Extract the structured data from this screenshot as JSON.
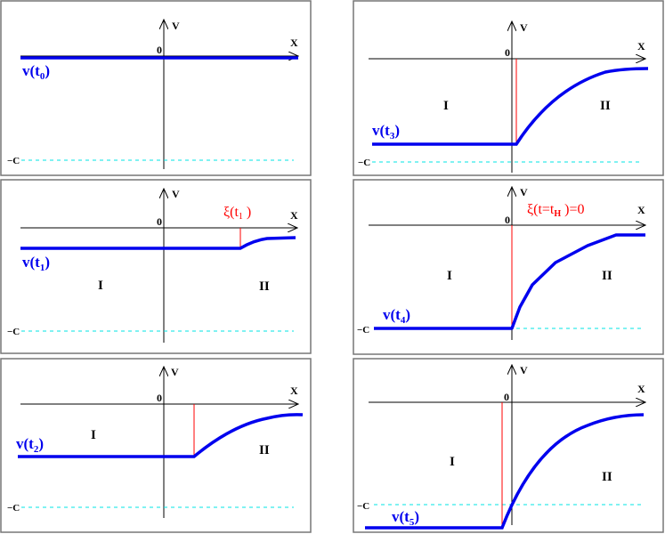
{
  "figure": {
    "description": "Six-panel schematic of the evolution of v(x,t) across a moving boundary xi(t) between regions I and II",
    "colors": {
      "curve": "#0000ee",
      "boundary": "#ff0000",
      "level_line": "#00e5e5",
      "axis": "#000000",
      "frame": "#777777"
    },
    "common": {
      "x_axis_label": "X",
      "y_axis_label": "V",
      "origin_label": "0",
      "level_label": "−C",
      "region_left": "I",
      "region_right": "II"
    },
    "panels": [
      {
        "id": "t0",
        "v_label": "v(t",
        "v_sub": "0",
        "v_close": ")",
        "xi_label": "",
        "xi_sub": "",
        "xi_tail": ""
      },
      {
        "id": "t1",
        "v_label": "v(t",
        "v_sub": "1",
        "v_close": ")",
        "xi_label": "ξ(t",
        "xi_sub": "1",
        "xi_tail": " )"
      },
      {
        "id": "t2",
        "v_label": "v(t",
        "v_sub": "2",
        "v_close": ")",
        "xi_label": "",
        "xi_sub": "",
        "xi_tail": ""
      },
      {
        "id": "t3",
        "v_label": "v(t",
        "v_sub": "3",
        "v_close": ")",
        "xi_label": "",
        "xi_sub": "",
        "xi_tail": ""
      },
      {
        "id": "t4",
        "v_label": "v(t",
        "v_sub": "4",
        "v_close": ")",
        "xi_label": "ξ(t=t",
        "xi_sub": "H",
        "xi_tail": " )=0"
      },
      {
        "id": "t5",
        "v_label": "v(t",
        "v_sub": "5",
        "v_close": ")",
        "xi_label": "",
        "xi_sub": "",
        "xi_tail": ""
      }
    ]
  }
}
